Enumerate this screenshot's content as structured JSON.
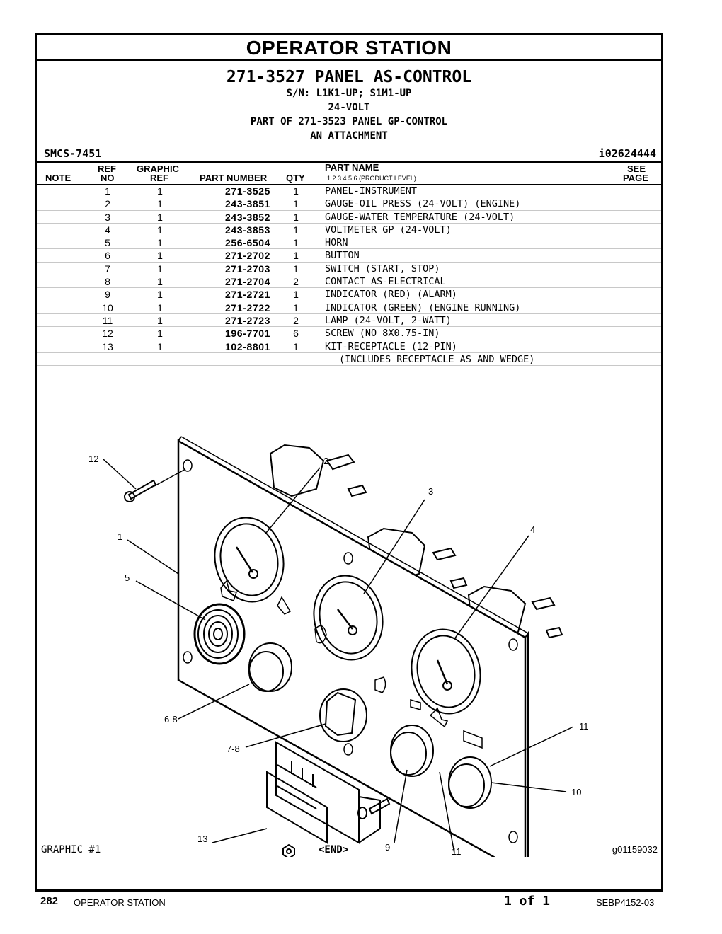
{
  "section_title": "OPERATOR STATION",
  "header": {
    "main": "271-3527 PANEL AS-CONTROL",
    "lines": [
      "S/N: L1K1-UP; S1M1-UP",
      "24-VOLT",
      "PART OF 271-3523 PANEL GP-CONTROL",
      "AN ATTACHMENT"
    ],
    "smcs": "SMCS-7451",
    "image_id": "i02624444"
  },
  "columns": {
    "note": "NOTE",
    "ref_top": "REF",
    "ref_bottom": "NO",
    "graphic_top": "GRAPHIC",
    "graphic_bottom": "REF",
    "part_number": "PART NUMBER",
    "qty": "QTY",
    "part_name": "PART NAME",
    "product_level": "1   2   3   4   5   6   (PRODUCT LEVEL)",
    "see_top": "SEE",
    "see_bottom": "PAGE"
  },
  "parts": [
    {
      "ref": "1",
      "graphic": "1",
      "part_number": "271-3525",
      "qty": "1",
      "name": "PANEL-INSTRUMENT"
    },
    {
      "ref": "2",
      "graphic": "1",
      "part_number": "243-3851",
      "qty": "1",
      "name": "GAUGE-OIL PRESS (24-VOLT) (ENGINE)"
    },
    {
      "ref": "3",
      "graphic": "1",
      "part_number": "243-3852",
      "qty": "1",
      "name": "GAUGE-WATER TEMPERATURE (24-VOLT)"
    },
    {
      "ref": "4",
      "graphic": "1",
      "part_number": "243-3853",
      "qty": "1",
      "name": "VOLTMETER GP (24-VOLT)"
    },
    {
      "ref": "5",
      "graphic": "1",
      "part_number": "256-6504",
      "qty": "1",
      "name": "HORN"
    },
    {
      "ref": "6",
      "graphic": "1",
      "part_number": "271-2702",
      "qty": "1",
      "name": "BUTTON"
    },
    {
      "ref": "7",
      "graphic": "1",
      "part_number": "271-2703",
      "qty": "1",
      "name": "SWITCH (START, STOP)"
    },
    {
      "ref": "8",
      "graphic": "1",
      "part_number": "271-2704",
      "qty": "2",
      "name": "CONTACT AS-ELECTRICAL"
    },
    {
      "ref": "9",
      "graphic": "1",
      "part_number": "271-2721",
      "qty": "1",
      "name": "INDICATOR (RED) (ALARM)"
    },
    {
      "ref": "10",
      "graphic": "1",
      "part_number": "271-2722",
      "qty": "1",
      "name": "INDICATOR (GREEN) (ENGINE RUNNING)"
    },
    {
      "ref": "11",
      "graphic": "1",
      "part_number": "271-2723",
      "qty": "2",
      "name": "LAMP (24-VOLT, 2-WATT)"
    },
    {
      "ref": "12",
      "graphic": "1",
      "part_number": "196-7701",
      "qty": "6",
      "name": "SCREW (NO 8X0.75-IN)"
    },
    {
      "ref": "13",
      "graphic": "1",
      "part_number": "102-8801",
      "qty": "1",
      "name": "KIT-RECEPTACLE (12-PIN)"
    }
  ],
  "note_line": "(INCLUDES RECEPTACLE AS AND WEDGE)",
  "callouts": {
    "c12": "12",
    "c2": "2",
    "c3": "3",
    "c4": "4",
    "c1": "1",
    "c5": "5",
    "c68": "6-8",
    "c78": "7-8",
    "c11a": "11",
    "c10": "10",
    "c13": "13",
    "c9": "9",
    "c11b": "11"
  },
  "graphic_label": "GRAPHIC #1",
  "end_label": "<END>",
  "graphic_id": "g01159032",
  "footer": {
    "page": "282",
    "section": "OPERATOR STATION",
    "of": "1 of 1",
    "doc": "SEBP4152-03"
  }
}
